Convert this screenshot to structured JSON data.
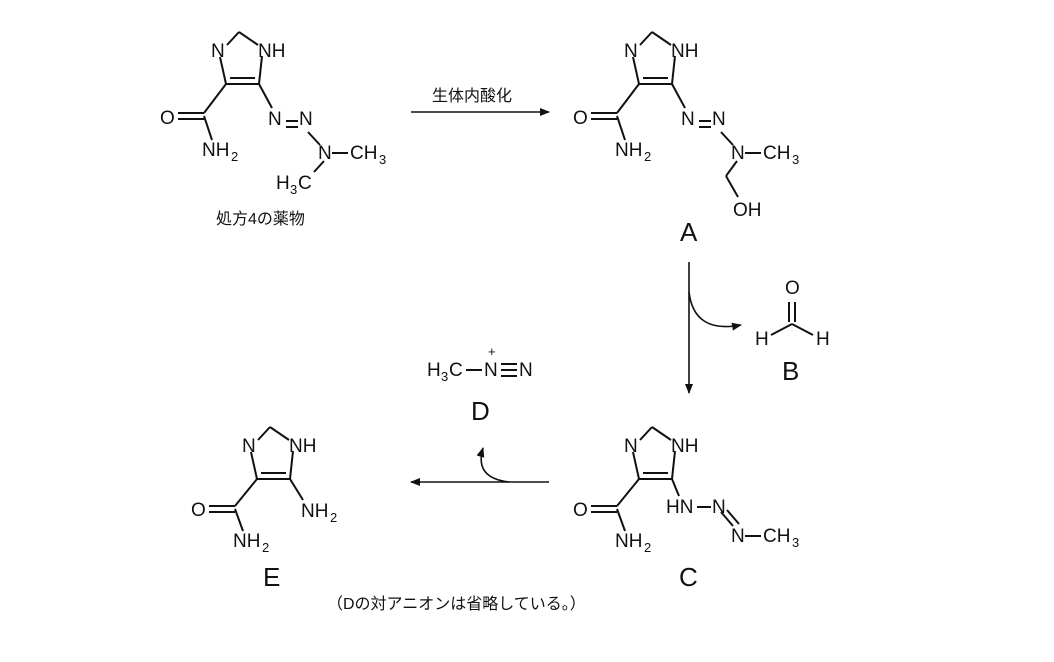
{
  "atoms": {
    "N": "N",
    "NH": "NH",
    "O": "O",
    "NH2": "NH",
    "sub2": "2",
    "H3C_H": "H",
    "sub3": "3",
    "C": "C",
    "CH3_C": "CH",
    "OH": "OH",
    "H": "H",
    "HN": "HN",
    "plus": "+"
  },
  "arrows": {
    "step1_label": "生体内酸化"
  },
  "captions": {
    "drug": "処方4の薬物",
    "note": "（Dの対アニオンは省略している。）"
  },
  "compounds": {
    "A": "A",
    "B": "B",
    "C": "C",
    "D": "D",
    "E": "E"
  }
}
